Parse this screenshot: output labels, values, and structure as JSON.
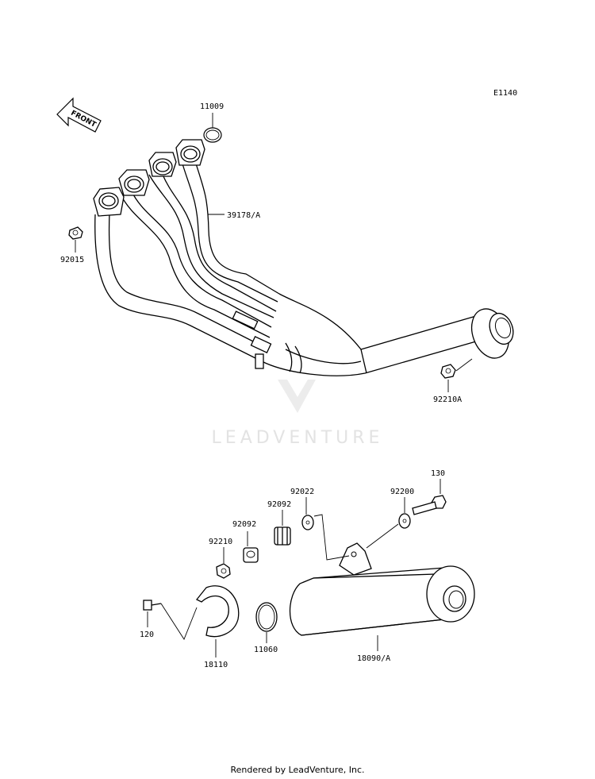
{
  "diagram_code": "E1140",
  "front_arrow_label": "FRONT",
  "watermark": "LEADVENTURE",
  "footer": "Rendered by LeadVenture, Inc.",
  "part_labels": {
    "p11009": "11009",
    "p39178": "39178/A",
    "p92015": "92015",
    "p92210A": "92210A",
    "p130": "130",
    "p92022": "92022",
    "p92200": "92200",
    "p92092a": "92092",
    "p92092b": "92092",
    "p92210": "92210",
    "p120": "120",
    "p18110": "18110",
    "p11060": "11060",
    "p18090": "18090/A"
  }
}
